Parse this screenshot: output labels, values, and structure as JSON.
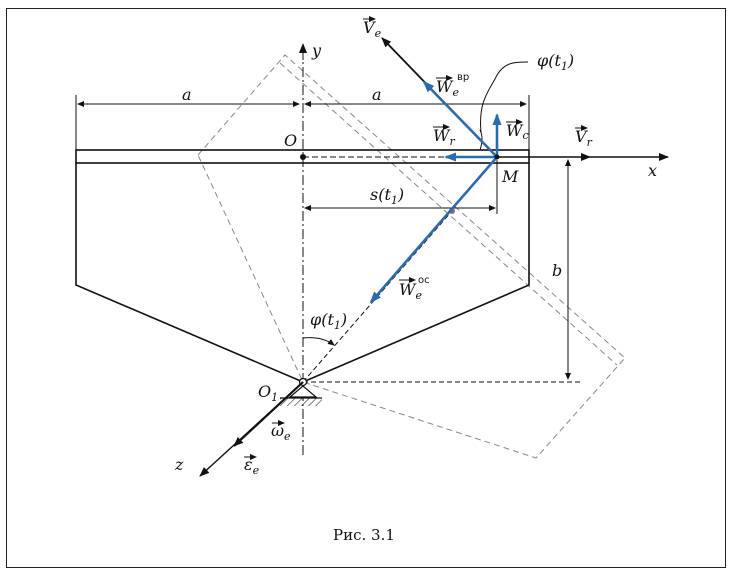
{
  "figure": {
    "caption": "Рис. 3.1",
    "labels": {
      "a_left": "a",
      "a_right": "a",
      "origin": "O",
      "point_m": "M",
      "axis_x": "x",
      "axis_y": "y",
      "axis_z": "z",
      "dim_b": "b",
      "o1": "O",
      "o1_sub": "1",
      "s": "s(t",
      "s_sub": "1",
      "s_close": ")",
      "phi_top": "φ(t",
      "phi_top_sub": "1",
      "phi_top_close": ")",
      "phi_bottom": "φ(t",
      "phi_bottom_sub": "1",
      "phi_bottom_close": ")",
      "ve": "V",
      "ve_sub": "e",
      "vr": "V",
      "vr_sub": "r",
      "wr": "W",
      "wr_sub": "r",
      "wc": "W",
      "wc_sub": "c",
      "we_vr": "W",
      "we_vr_sub": "e",
      "we_vr_sup": "вр",
      "we_os": "W",
      "we_os_sub": "e",
      "we_os_sup": "ос",
      "omega": "ω",
      "omega_sub": "e",
      "epsilon": "ε",
      "epsilon_sub": "e"
    },
    "colors": {
      "line": "#111111",
      "accel_vector": "#2b6cb0",
      "dashed": "#888888"
    }
  }
}
